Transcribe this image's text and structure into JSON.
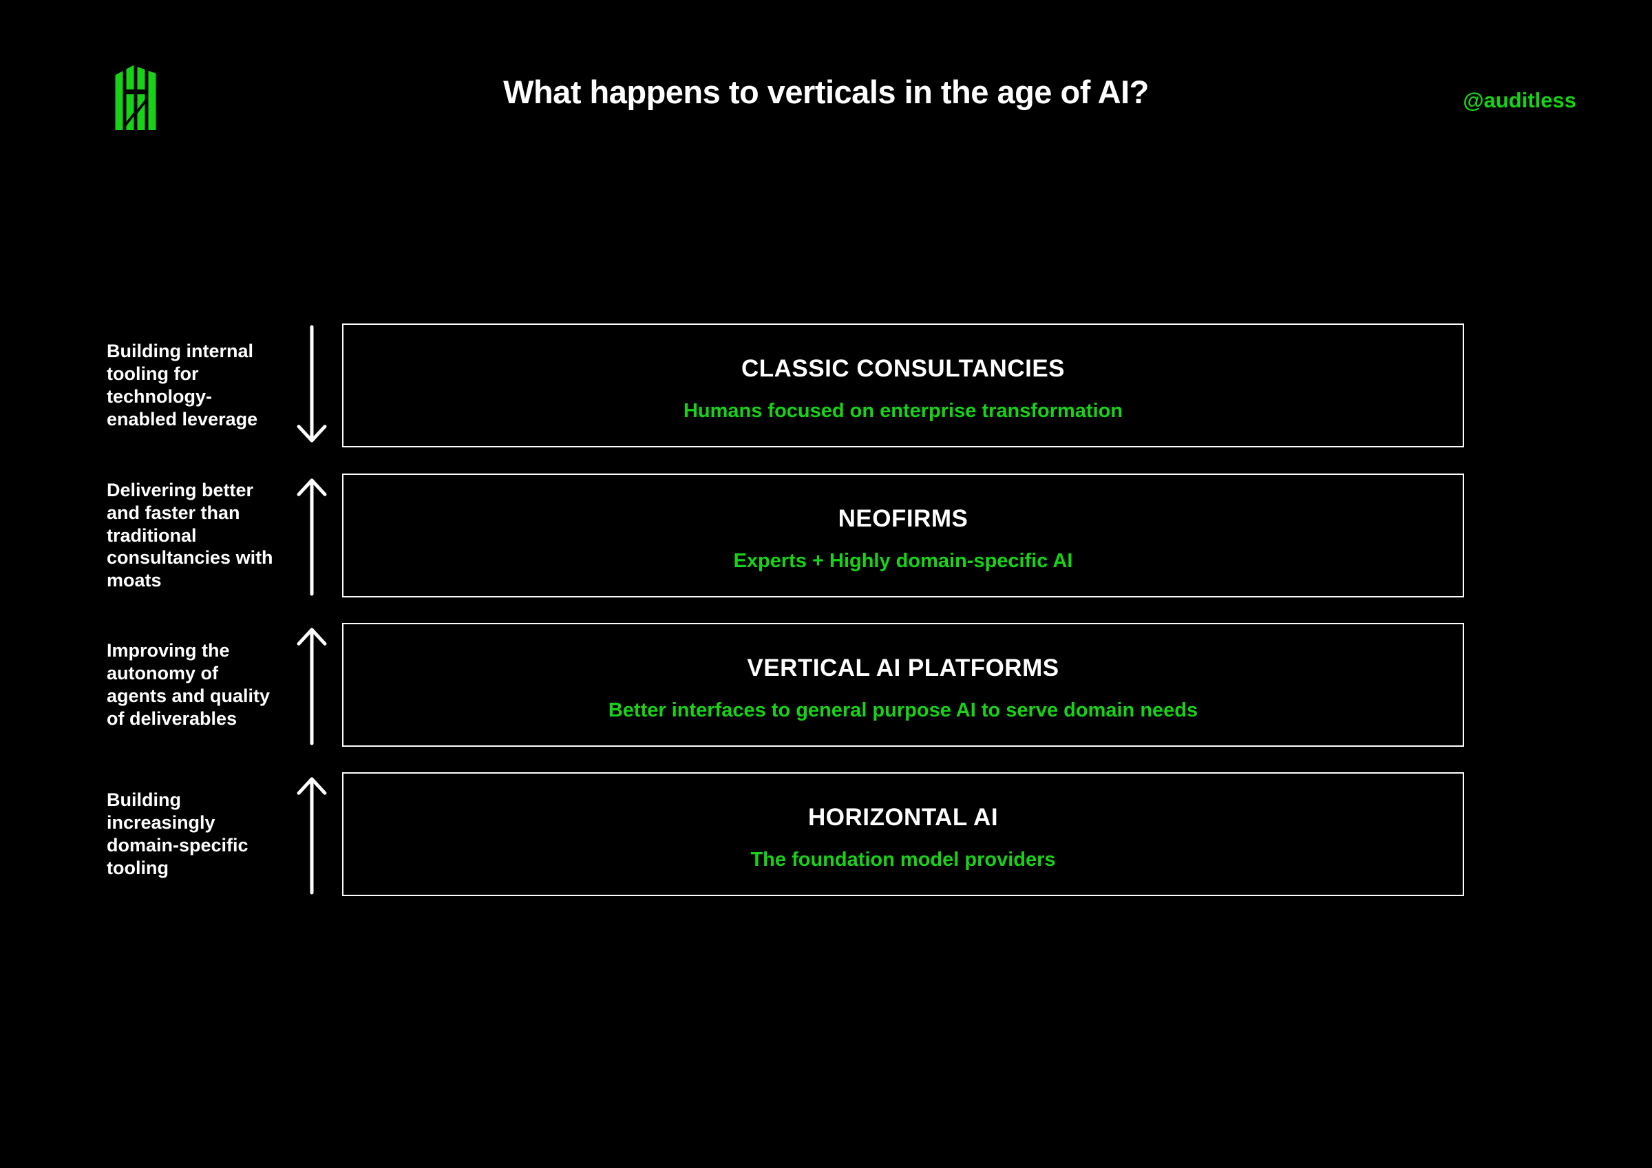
{
  "header": {
    "title": "What happens to verticals in the age of AI?",
    "handle": "@auditless"
  },
  "colors": {
    "background": "#000000",
    "accent_green": "#17d317",
    "text_white": "#ffffff",
    "box_border": "#ffffff"
  },
  "icons": {
    "logo": "auditless-logo",
    "row_1_arrow": "arrow-down",
    "row_2_arrow": "arrow-up",
    "row_3_arrow": "arrow-up",
    "row_4_arrow": "arrow-up"
  },
  "rows": [
    {
      "label": "Building internal tooling for technology-enabled leverage",
      "arrow_direction": "down",
      "box_title": "CLASSIC CONSULTANCIES",
      "box_subtitle": "Humans focused on enterprise transformation"
    },
    {
      "label": "Delivering better and faster than traditional consultancies with moats",
      "arrow_direction": "up",
      "box_title": "NEOFIRMS",
      "box_subtitle": "Experts + Highly domain-specific AI"
    },
    {
      "label": "Improving the autonomy of agents and quality of deliverables",
      "arrow_direction": "up",
      "box_title": "VERTICAL AI PLATFORMS",
      "box_subtitle": "Better interfaces to general purpose AI to serve domain needs"
    },
    {
      "label": "Building increasingly domain-specific tooling",
      "arrow_direction": "up",
      "box_title": "HORIZONTAL AI",
      "box_subtitle": "The foundation model providers"
    }
  ]
}
